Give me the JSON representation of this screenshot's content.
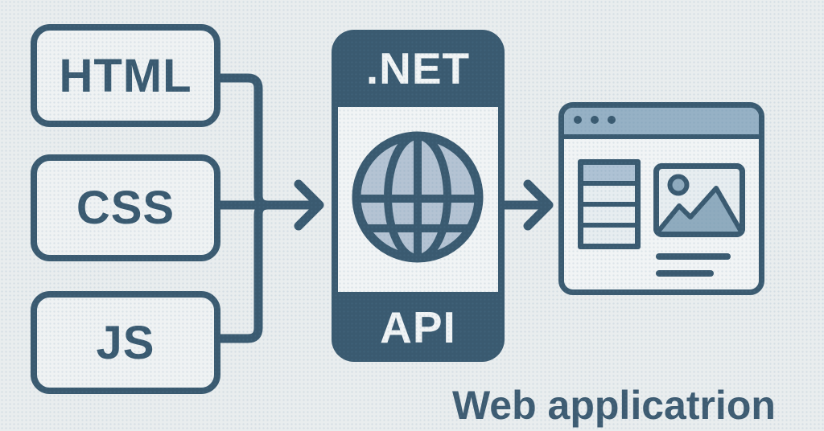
{
  "sources": [
    {
      "label": "HTML"
    },
    {
      "label": "CSS"
    },
    {
      "label": "JS"
    }
  ],
  "server": {
    "top_label": ".NET",
    "bottom_label": "API",
    "icon": "globe-icon"
  },
  "browser": {
    "icon": "browser-window",
    "window_dots": 3,
    "sidebar_rows": 4,
    "highlighted_row": 1,
    "text_lines": 2
  },
  "caption": {
    "text": "Web applicatrion"
  },
  "colors": {
    "ink": "#3a5a70",
    "background": "#e9edee",
    "panel": "#f1f4f5",
    "box_fill": "#eff2f3",
    "globe_fill": "#b4c3d3",
    "titlebar_fill": "#96b1c5",
    "row_highlight": "#aec2d4",
    "row_fill": "#e7edf0",
    "image_fill": "#8fabbe",
    "caption_text": "#3e5c72"
  }
}
